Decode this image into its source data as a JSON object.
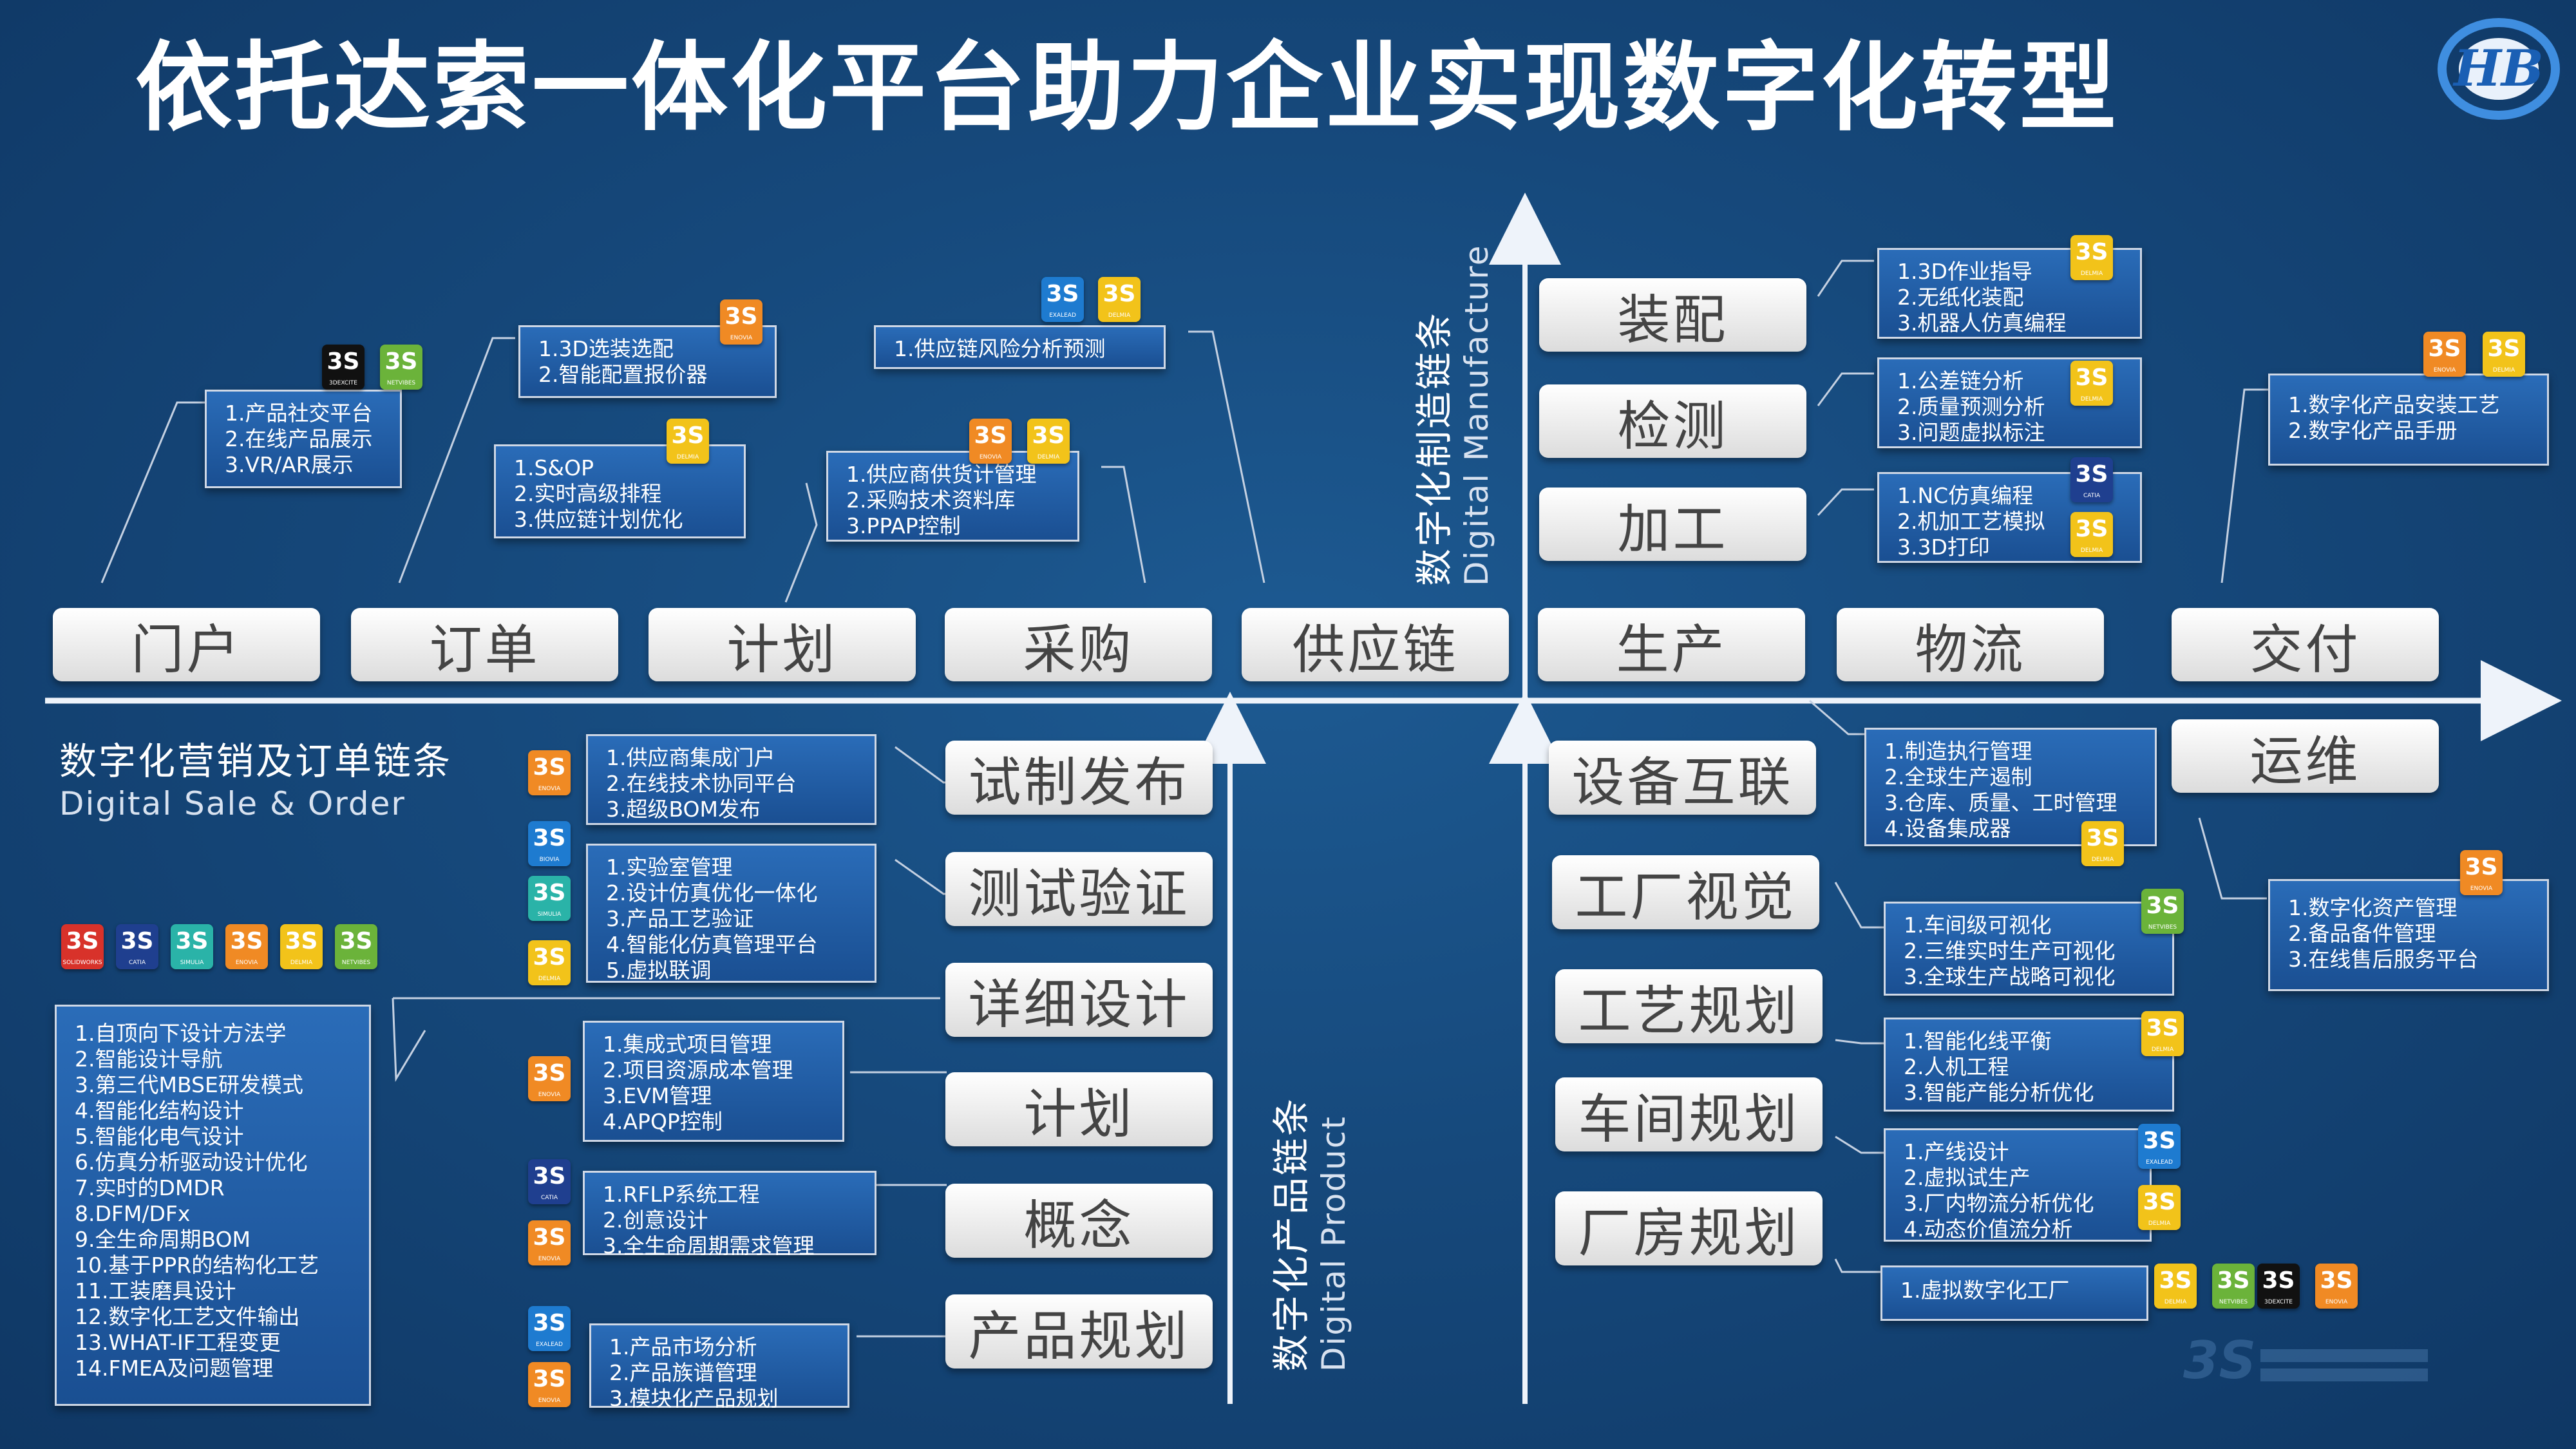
{
  "title": "依托达索一体化平台助力企业实现数字化转型",
  "logo_icon": "hb-logo-icon",
  "colors": {
    "background": "#16497c",
    "pill": "#ffffff",
    "box": "#2a6cb8",
    "orange": "#f08a24",
    "yellow": "#f2c31a",
    "green": "#6bb33a",
    "navy": "#1f3f8f"
  },
  "top_pills": [
    "门户",
    "订单",
    "计划",
    "采购",
    "供应链",
    "生产",
    "物流",
    "交付"
  ],
  "ops_pill": "运维",
  "manufacture_pills": [
    "装配",
    "检测",
    "加工"
  ],
  "product_pills": [
    "试制发布",
    "测试验证",
    "详细设计",
    "计划",
    "概念",
    "产品规划"
  ],
  "factory_pills": [
    "设备互联",
    "工厂视觉",
    "工艺规划",
    "车间规划",
    "厂房规划"
  ],
  "chains": {
    "marketing_cn": "数字化营销及订单链条",
    "marketing_en": "Digital Sale & Order",
    "manufacture_cn": "数字化制造链条",
    "manufacture_en": "Digital Manufacture",
    "product_cn": "数字化产品链条",
    "product_en": "Digital Product"
  },
  "boxes": {
    "portal": [
      "1.产品社交平台",
      "2.在线产品展示",
      "3.VR/AR展示"
    ],
    "order": [
      "1.3D选装选配",
      "2.智能配置报价器"
    ],
    "plan": [
      "1.S&OP",
      "2.实时高级排程",
      "3.供应链计划优化"
    ],
    "supply_risk": [
      "1.供应链风险分析预测"
    ],
    "purchase": [
      "1.供应商供货计管理",
      "2.采购技术资料库",
      "3.PPAP控制"
    ],
    "assembly": [
      "1.3D作业指导",
      "2.无纸化装配",
      "3.机器人仿真编程"
    ],
    "inspection": [
      "1.公差链分析",
      "2.质量预测分析",
      "3.问题虚拟标注"
    ],
    "machining": [
      "1.NC仿真编程",
      "2.机加工艺模拟",
      "3.3D打印"
    ],
    "delivery": [
      "1.数字化产品安装工艺",
      "2.数字化产品手册"
    ],
    "mes": [
      "1.制造执行管理",
      "2.全球生产遏制",
      "3.仓库、质量、工时管理",
      "4.设备集成器"
    ],
    "ops": [
      "1.数字化资产管理",
      "2.备品备件管理",
      "3.在线售后服务平台"
    ],
    "release": [
      "1.供应商集成门户",
      "2.在线技术协同平台",
      "3.超级BOM发布"
    ],
    "test": [
      "1.实验室管理",
      "2.设计仿真优化一体化",
      "3.产品工艺验证",
      "4.智能化仿真管理平台",
      "5.虚拟联调"
    ],
    "project": [
      "1.集成式项目管理",
      "2.项目资源成本管理",
      "3.EVM管理",
      "4.APQP控制"
    ],
    "concept": [
      "1.RFLP系统工程",
      "2.创意设计",
      "3.全生命周期需求管理"
    ],
    "product_plan": [
      "1.产品市场分析",
      "2.产品族谱管理",
      "3.模块化产品规划"
    ],
    "design": [
      "1.自顶向下设计方法学",
      "2.智能设计导航",
      "3.第三代MBSE研发模式",
      "4.智能化结构设计",
      "5.智能化电气设计",
      "6.仿真分析驱动设计优化",
      "7.实时的DMDR",
      "8.DFM/DFx",
      "9.全生命周期BOM",
      "10.基于PPR的结构化工艺",
      "11.工装磨具设计",
      "12.数字化工艺文件输出",
      "13.WHAT-IF工程变更",
      "14.FMEA及问题管理"
    ],
    "vision": [
      "1.车间级可视化",
      "2.三维实时生产可视化",
      "3.全球生产战略可视化"
    ],
    "process": [
      "1.智能化线平衡",
      "2.人机工程",
      "3.智能产能分析优化"
    ],
    "shop": [
      "1.产线设计",
      "2.虚拟试生产",
      "3.厂内物流分析优化",
      "4.动态价值流分析"
    ],
    "plant": [
      "1.虚拟数字化工厂"
    ]
  },
  "brand_icons": {
    "3dexcite": "3DEXCITE",
    "netvibes": "NETVIBES",
    "enovia": "ENOVIA",
    "delmia": "DELMIA",
    "exalead": "EXALEAD",
    "catia": "CATIA",
    "simulia": "SIMULIA",
    "biovia": "BIOVIA",
    "solidworks": "SOLIDWORKS"
  },
  "watermark_icon": "dassault-systemes-watermark-icon"
}
